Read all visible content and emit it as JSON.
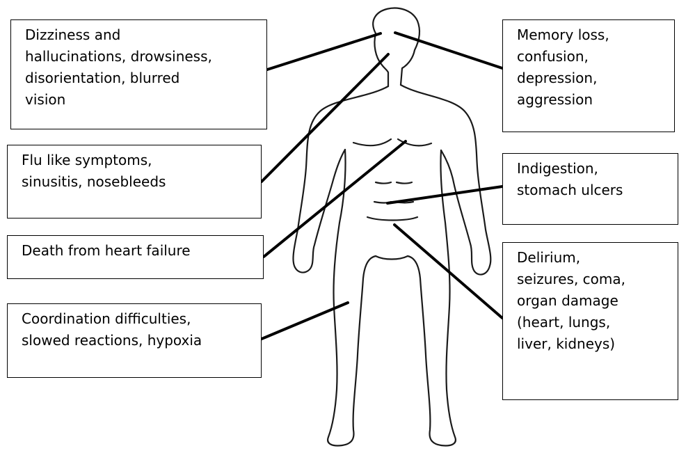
{
  "labels": {
    "head_left": "Dizziness and\nhallucinations, drowsiness,\ndisorientation, blurred\nvision",
    "head_right": "Memory loss,\nconfusion,\ndepression,\naggression",
    "nose": "Flu like symptoms,\nsinusitis, nosebleeds",
    "heart": "Death from heart failure",
    "stomach": "Indigestion,\nstomach ulcers",
    "organs": "Delirium,\nseizures, coma,\norgan damage\n(heart, lungs,\nliver, kidneys)",
    "legs": "Coordination difficulties,\nslowed reactions, hypoxia"
  }
}
